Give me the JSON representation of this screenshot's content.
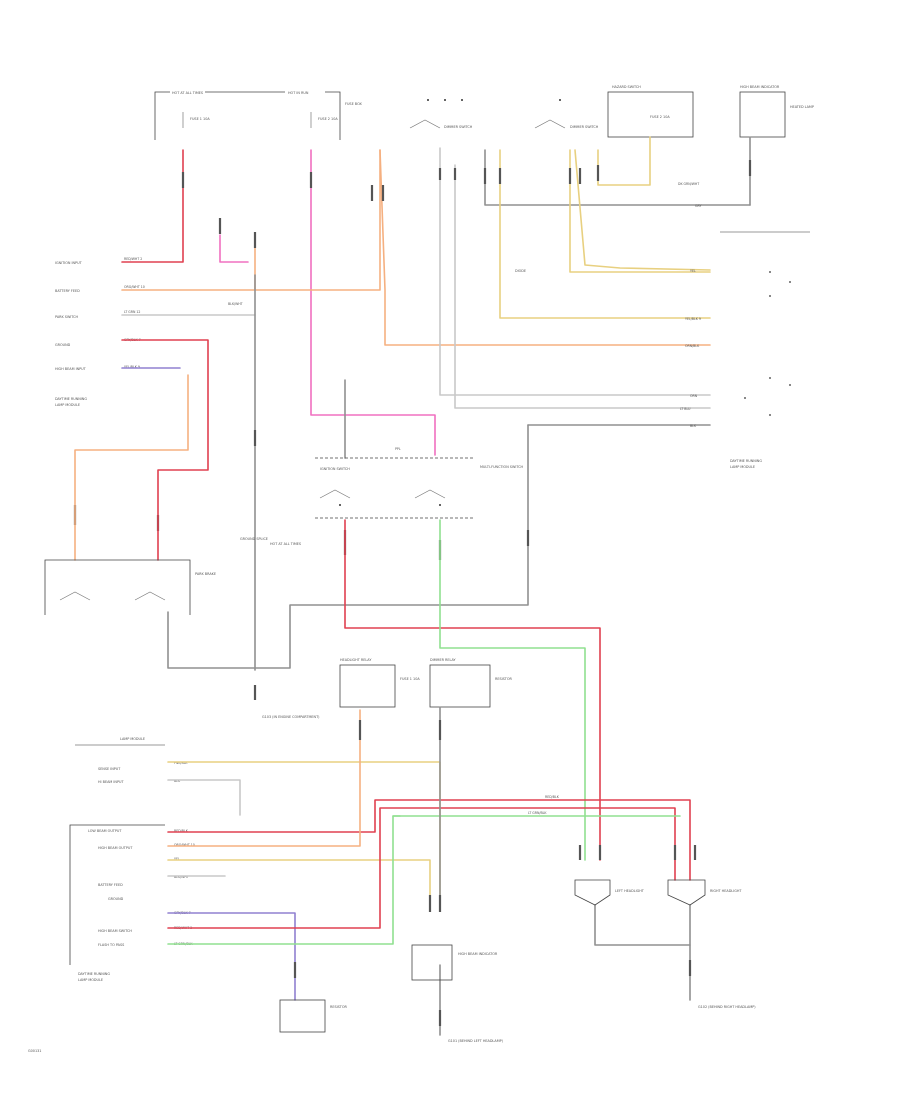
{
  "diagram": {
    "page_code": "G00131",
    "labels": {
      "hot_run_left": "HOT AT ALL TIMES",
      "hot_run_right": "HOT IN RUN",
      "fuse_1": "FUSE 1 10A",
      "fuse_2": "FUSE 2 10A",
      "fuse_box": "FUSE BOX",
      "dimmer_sw": "DIMMER SWITCH",
      "dimmer_sw_2": "DIMMER SWITCH",
      "hazard_sw": "HAZARD SWITCH",
      "high_beam_indicator": "HIGH BEAM INDICATOR",
      "heated_lp": "HEATED LAMP",
      "hot_at_all": "HOT AT ALL TIMES",
      "headlight_relay": "HEADLIGHT RELAY",
      "daytime_running": "DAYTIME RUNNING",
      "lamp_module": "LAMP MODULE",
      "park_brake": "PARK BRAKE",
      "ground_splice": "GROUND SPLICE",
      "ignition_sw": "IGNITION SWITCH",
      "diode_1": "DIODE",
      "left_headlight": "LEFT HEADLIGHT",
      "right_headlight": "RIGHT HEADLIGHT",
      "g101": "G101 (BEHIND LEFT HEADLAMP)",
      "g102": "G102 (BEHIND RIGHT HEADLAMP)",
      "g103": "G103 (IN ENGINE COMPARTMENT)",
      "multifunction": "MULTI-FUNCTION SWITCH",
      "resistor": "RESISTOR",
      "dimmer_relay": "DIMMER RELAY"
    },
    "pins": {
      "p1": "IGNITION INPUT",
      "p2": "BATTERY FEED",
      "p3": "PARK SWITCH",
      "p4": "GROUND",
      "p5": "HIGH BEAM INPUT",
      "p6": "SENSE INPUT",
      "p7": "HI BEAM INPUT",
      "p8": "LOW BEAM OUTPUT",
      "p9": "HIGH BEAM OUTPUT",
      "p10": "BATTERY FEED",
      "p11": "GROUND",
      "p12": "HIGH BEAM SWITCH",
      "p13": "FLASH TO PASS"
    },
    "wire_codes": {
      "c1": "RED/WHT 2",
      "c2": "ORG/WHT 10",
      "c3": "LT GRN 12",
      "c4": "GRY/BLK 7",
      "c5": "YEL/BLK 9",
      "c6": "PNK/BLK",
      "c7": "ORN/BLK",
      "c8": "LT BLU/WHT",
      "c9": "DK GRN/WHT",
      "c10": "BLK/WHT",
      "c11": "YEL",
      "c12": "ORN",
      "c13": "GRY",
      "c14": "LT BLU",
      "c15": "BLK",
      "c16": "PPL",
      "c17": "RED/BLK",
      "c18": "LT GRN/BLK",
      "c19": "DK BLU",
      "c20": "WHT/RED"
    },
    "colors": {
      "red": "#e04050",
      "pink": "#f070c0",
      "orange": "#f5b080",
      "yellow": "#e8d080",
      "green": "#90e090",
      "gray": "#909090"
    }
  }
}
